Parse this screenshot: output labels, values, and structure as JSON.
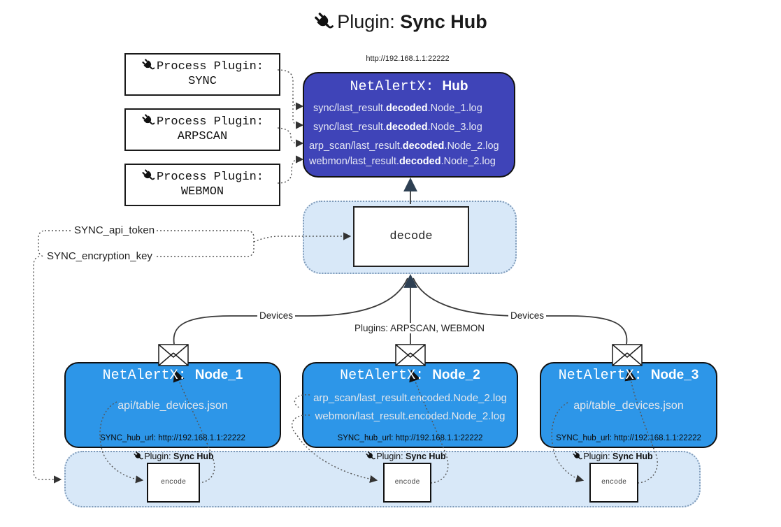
{
  "title": {
    "prefix": "Plugin: ",
    "name": "Sync Hub"
  },
  "process_plugins": [
    {
      "label": "Process Plugin:",
      "name": "SYNC"
    },
    {
      "label": "Process Plugin:",
      "name": "ARPSCAN"
    },
    {
      "label": "Process Plugin:",
      "name": "WEBMON"
    }
  ],
  "hub": {
    "url": "http://192.168.1.1:22222",
    "title_prefix": "NetAlertX: ",
    "title_name": "Hub",
    "logs": [
      {
        "pre": "sync/last_result.",
        "bold": "decoded",
        "post": ".Node_1.log"
      },
      {
        "pre": "sync/last_result.",
        "bold": "decoded",
        "post": ".Node_3.log"
      },
      {
        "pre": "arp_scan/last_result.",
        "bold": "decoded",
        "post": ".Node_2.log"
      },
      {
        "pre": "webmon/last_result.",
        "bold": "decoded",
        "post": ".Node_2.log"
      }
    ]
  },
  "decode_label": "decode",
  "tokens": {
    "api_token": "SYNC_api_token",
    "encryption_key": "SYNC_encryption_key"
  },
  "edges": {
    "devices_left": "Devices",
    "devices_right": "Devices",
    "plugins_mid": "Plugins: ARPSCAN, WEBMON"
  },
  "nodes": [
    {
      "title_prefix": "NetAlertX: ",
      "title_name": "Node_1",
      "files": [
        "api/table_devices.json"
      ],
      "hub_url": "SYNC_hub_url: http://192.168.1.1:22222"
    },
    {
      "title_prefix": "NetAlertX: ",
      "title_name": "Node_2",
      "files": [
        "arp_scan/last_result.encoded.Node_2.log",
        "webmon/last_result.encoded.Node_2.log"
      ],
      "hub_url": "SYNC_hub_url: http://192.168.1.1:22222"
    },
    {
      "title_prefix": "NetAlertX: ",
      "title_name": "Node_3",
      "files": [
        "api/table_devices.json"
      ],
      "hub_url": "SYNC_hub_url: http://192.168.1.1:22222"
    }
  ],
  "encoders": [
    {
      "plugin_prefix": "Plugin: ",
      "plugin_name": "Sync Hub",
      "box_label": "encode"
    },
    {
      "plugin_prefix": "Plugin: ",
      "plugin_name": "Sync Hub",
      "box_label": "encode"
    },
    {
      "plugin_prefix": "Plugin: ",
      "plugin_name": "Sync Hub",
      "box_label": "encode"
    }
  ],
  "colors": {
    "hub_fill": "#3f44b8",
    "node_fill": "#2d96e8",
    "panel_fill": "#d8e8f8",
    "panel_border": "#7d99b8",
    "arrow_dark": "#2e4053"
  }
}
